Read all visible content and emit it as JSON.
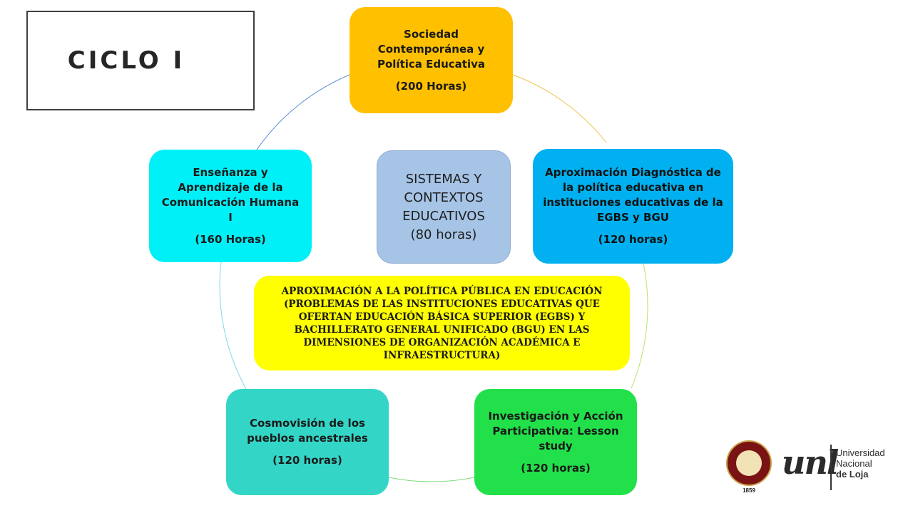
{
  "title": "CICLO I",
  "nodes": {
    "sociedad": {
      "name": "Sociedad Contemporánea y Política Educativa",
      "hours": "(200 Horas)",
      "color": "#FFC000"
    },
    "aproximacion": {
      "name": "Aproximación Diagnóstica de la política educativa en instituciones educativas de la EGBS y BGU",
      "hours": "(120 horas)",
      "color": "#00B0F0"
    },
    "investigacion": {
      "name": "Investigación y Acción Participativa: Lesson study",
      "hours": "(120 horas)",
      "color": "#22E04A"
    },
    "cosmovision": {
      "name": "Cosmovisión de los pueblos ancestrales",
      "hours": "(120 horas)",
      "color": "#33D6C6"
    },
    "ensenanza": {
      "name": "Enseñanza y Aprendizaje de la Comunicación Humana I",
      "hours": "(160 Horas)",
      "color": "#00F0F8"
    }
  },
  "center": {
    "name": "SISTEMAS Y CONTEXTOS EDUCATIVOS",
    "hours": "(80 horas)",
    "color": "#A6C4E6"
  },
  "politica": {
    "text": "APROXIMACIÓN A LA POLÍTICA PÚBLICA EN EDUCACIÓN (PROBLEMAS DE LAS INSTITUCIONES EDUCATIVAS QUE OFERTAN EDUCACIÓN BÁSICA SUPERIOR (EGBS) Y BACHILLERATO GENERAL UNIFICADO (BGU) EN LAS DIMENSIONES DE ORGANIZACIÓN ACADÉMICA E INFRAESTRUCTURA)",
    "color": "#FFFF00"
  },
  "logo": {
    "year": "1859",
    "wordmark": "unl",
    "line1": "Universidad",
    "line2": "Nacional",
    "line3": "de Loja"
  }
}
